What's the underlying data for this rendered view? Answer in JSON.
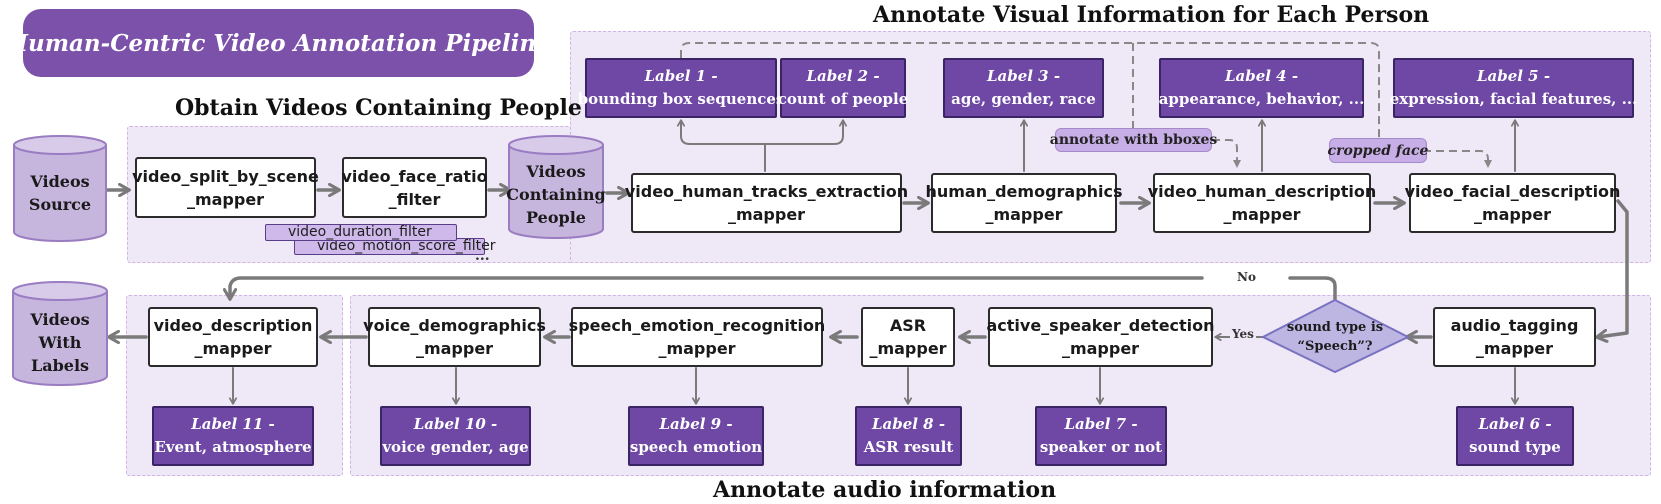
{
  "title": "Human-Centric Video Annotation Pipeline",
  "sections": {
    "obtain": "Obtain Videos Containing People",
    "visual": "Annotate Visual Information for Each Person",
    "audio": "Annotate audio information"
  },
  "cylinders": {
    "source": "Videos\nSource",
    "containing": "Videos\nContaining\nPeople",
    "with_labels": "Videos\nWith\nLabels"
  },
  "mappers": {
    "split_by_scene": "video_split_by_scene\n_mapper",
    "face_ratio": "video_face_ratio\n_filter",
    "tracks_extraction": "video_human_tracks_extraction\n_mapper",
    "demographics": "human_demographics\n_mapper",
    "human_description": "video_human_description\n_mapper",
    "facial_description": "video_facial_description\n_mapper",
    "audio_tagging": "audio_tagging\n_mapper",
    "active_speaker": "active_speaker_detection\n_mapper",
    "asr": "ASR\n_mapper",
    "speech_emotion": "speech_emotion_recognition\n_mapper",
    "voice_demographics": "voice_demographics\n_mapper",
    "video_description": "video_description\n_mapper"
  },
  "filters": {
    "duration": "video_duration_filter",
    "motion": "video_motion_score_filter",
    "ellipsis": "..."
  },
  "labels": {
    "l1": {
      "num": "Label 1 -",
      "text": "bounding box sequences"
    },
    "l2": {
      "num": "Label 2 -",
      "text": "count of people"
    },
    "l3": {
      "num": "Label 3 -",
      "text": "age, gender, race"
    },
    "l4": {
      "num": "Label 4 -",
      "text": "appearance, behavior, ..."
    },
    "l5": {
      "num": "Label 5 -",
      "text": "expression, facial features, ..."
    },
    "l6": {
      "num": "Label 6 -",
      "text": "sound type"
    },
    "l7": {
      "num": "Label 7 -",
      "text": "speaker or not"
    },
    "l8": {
      "num": "Label 8 -",
      "text": "ASR result"
    },
    "l9": {
      "num": "Label 9 -",
      "text": "speech emotion"
    },
    "l10": {
      "num": "Label 10 -",
      "text": "voice gender, age"
    },
    "l11": {
      "num": "Label 11 -",
      "text": "Event, atmosphere"
    }
  },
  "annotations": {
    "bboxes": "annotate with bboxes",
    "cropped": "cropped face"
  },
  "decision": {
    "text": "sound type is\n“Speech”?",
    "yes": "Yes",
    "no": "No"
  },
  "colors": {
    "title_bg": "#7b51aa",
    "label_bg": "#6e48a4",
    "region_bg": "#efe8f7",
    "cylinder": "#c6b5dc",
    "arrow": "#7a7a7a"
  }
}
